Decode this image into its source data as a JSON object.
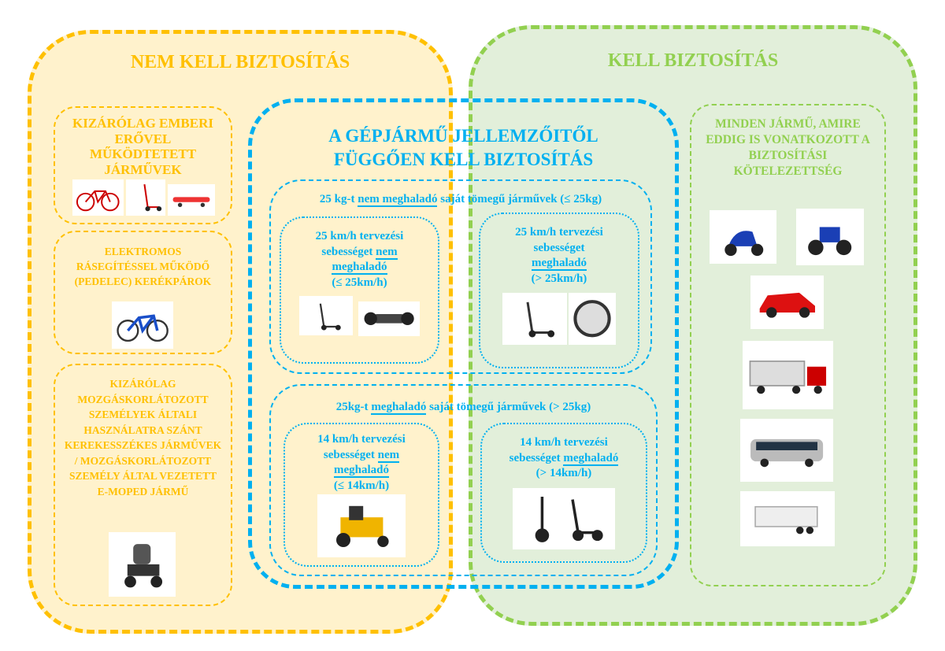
{
  "left": {
    "title": "NEM KELL BIZTOSÍTÁS",
    "boxes": [
      {
        "text": "KIZÁRÓLAG EMBERI ERŐVEL MŰKÖDTETETT JÁRMŰVEK"
      },
      {
        "text": "ELEKTROMOS RÁSEGÍTÉSSEL MŰKÖDŐ (PEDELEC) KERÉKPÁROK"
      },
      {
        "text": "KIZÁRÓLAG MOZGÁSKORLÁTOZOTT SZEMÉLYEK ÁLTALI HASZNÁLATRA SZÁNT KEREKESSZÉKES JÁRMŰVEK / MOZGÁSKORLÁTOZOTT SZEMÉLY ÁLTAL VEZETETT E-MOPED JÁRMŰ"
      }
    ]
  },
  "right": {
    "title": "KELL BIZTOSÍTÁS",
    "box_text": "MINDEN JÁRMŰ, AMIRE EDDIG IS VONATKOZOTT A BIZTOSÍTÁSI KÖTELEZETTSÉG"
  },
  "center": {
    "title_line1": "A GÉPJÁRMŰ JELLEMZŐITŐL",
    "title_line2": "FÜGGŐEN KELL BIZTOSÍTÁS",
    "top": {
      "head_pre": "25 kg-t ",
      "head_u": "nem meghaladó",
      "head_post": " saját tömegű járművek (≤ 25kg)",
      "left": {
        "l1": "25 km/h tervezési",
        "l2": "sebességet ",
        "u1": "nem",
        "u2": "meghaladó",
        "l4": "(≤ 25km/h)"
      },
      "right": {
        "l1": "25 km/h tervezési",
        "l2": "sebességet",
        "u1": "meghaladó",
        "l4": "(> 25km/h)"
      }
    },
    "bottom": {
      "head_pre": "25kg-t ",
      "head_u": "meghaladó",
      "head_post": " saját tömegű járművek (> 25kg)",
      "left": {
        "l1": "14 km/h tervezési",
        "l2": "sebességet ",
        "u1": "nem",
        "u2": "meghaladó",
        "l4": "(≤ 14km/h)"
      },
      "right": {
        "l1": "14 km/h tervezési",
        "l2": "sebességet ",
        "u1": "meghaladó",
        "l4": "(> 14km/h)"
      }
    }
  },
  "colors": {
    "yellow": "#FFC000",
    "green": "#92D050",
    "blue": "#00B0F0"
  }
}
